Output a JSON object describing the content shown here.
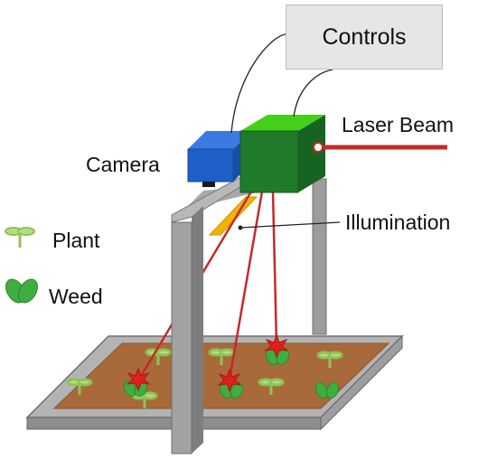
{
  "labels": {
    "controls": "Controls",
    "laser_beam": "Laser Beam",
    "camera": "Camera",
    "illumination": "Illumination",
    "plant": "Plant",
    "weed": "Weed"
  },
  "legend": [
    {
      "icon": "plant-icon",
      "label": "Plant"
    },
    {
      "icon": "weed-icon",
      "label": "Weed"
    }
  ],
  "colors": {
    "laser": "#c42a2a",
    "camera": "#1f5fc8",
    "laser_module": "#1f7a2a",
    "frame": "#9a9a9a",
    "tray": "#b0b0b0",
    "soil": "#a86a3a",
    "illumination": "#f2b400",
    "plant": "#9fd16a",
    "weed": "#3fae3f",
    "controls_box": "#e6e6e6"
  }
}
